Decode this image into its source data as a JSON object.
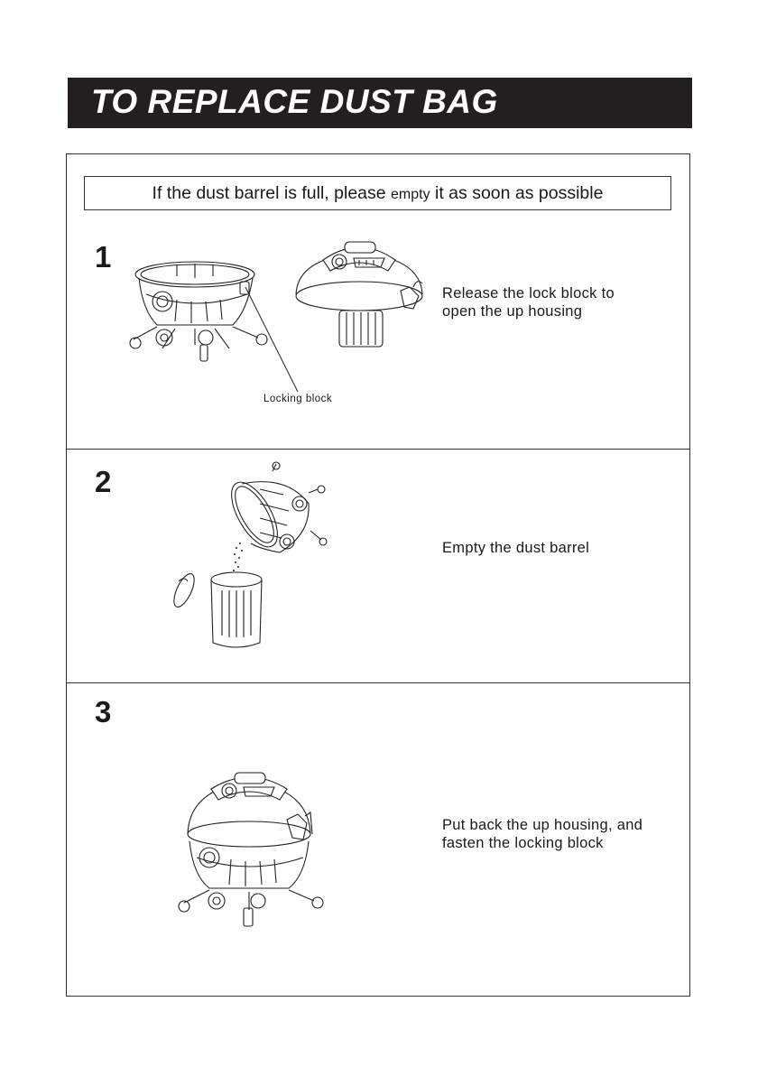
{
  "header": {
    "title": "TO REPLACE DUST BAG"
  },
  "notice": {
    "text_part1": "If the dust barrel is full, please ",
    "text_emphasis": "empty",
    "text_part2": " it as soon as possible"
  },
  "steps": [
    {
      "number": "1",
      "line1": "Release the lock block to",
      "line2": "open the up housing",
      "caption": "Locking block"
    },
    {
      "number": "2",
      "line1": "Empty the dust barrel",
      "line2": ""
    },
    {
      "number": "3",
      "line1": "Put back the up housing, and",
      "line2": "fasten the locking block"
    }
  ]
}
